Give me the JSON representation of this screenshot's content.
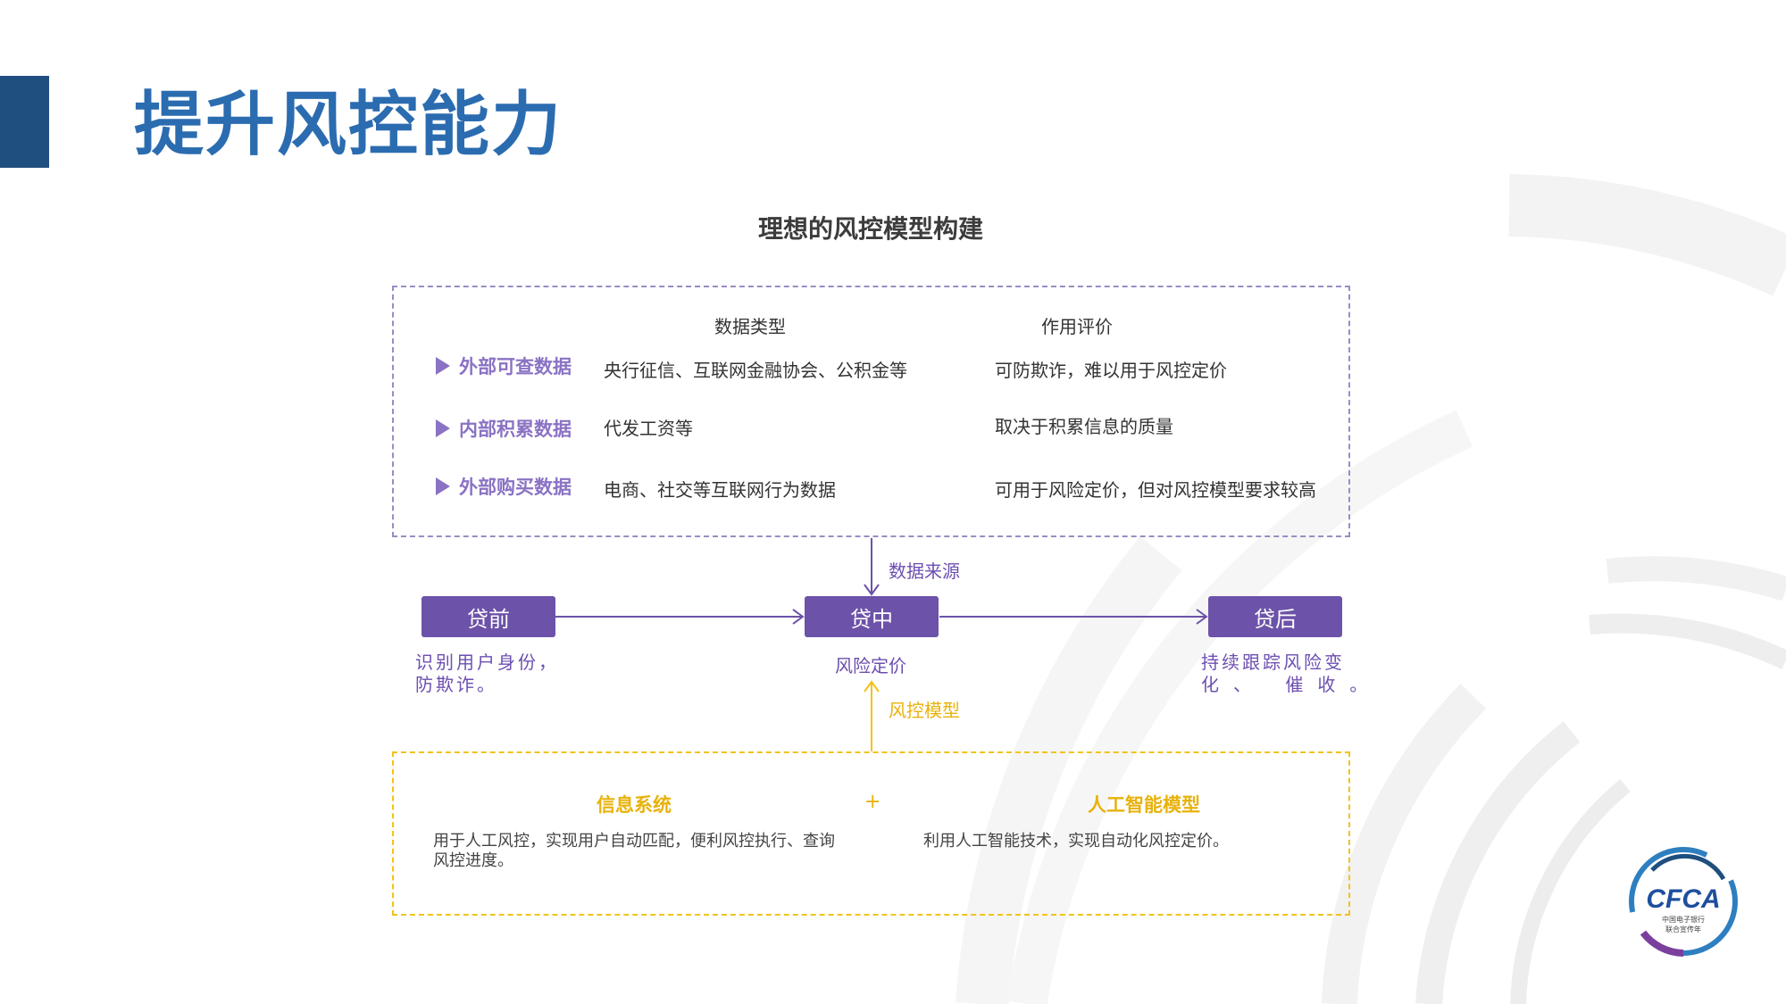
{
  "title": "提升风控能力",
  "diagram_title": "理想的风控模型构建",
  "data_table": {
    "headers": {
      "type": "数据类型",
      "eval": "作用评价"
    },
    "rows": [
      {
        "label": "外部可查数据",
        "type": "央行征信、互联网金融协会、公积金等",
        "eval": "可防欺诈，难以用于风控定价"
      },
      {
        "label": "内部积累数据",
        "type": "代发工资等",
        "eval": "取决于积累信息的质量"
      },
      {
        "label": "外部购买数据",
        "type": "电商、社交等互联网行为数据",
        "eval": "可用于风险定价，但对风控模型要求较高"
      }
    ]
  },
  "flow": {
    "data_source_label": "数据来源",
    "risk_model_label": "风控模型",
    "stages": [
      {
        "name": "贷前",
        "desc_line1": "识别用户身份，",
        "desc_line2": "防欺诈。"
      },
      {
        "name": "贷中",
        "desc_line1": "风险定价",
        "desc_line2": ""
      },
      {
        "name": "贷后",
        "desc_line1": "持续跟踪风险变",
        "desc_line2": "化、 催收。"
      }
    ]
  },
  "systems": {
    "left_title": "信息系统",
    "plus": "+",
    "right_title": "人工智能模型",
    "left_desc_line1": "用于人工风控，实现用户自动匹配，便利风控执行、查询",
    "left_desc_line2": "风控进度。",
    "right_desc": "利用人工智能技术，实现自动化风控定价。"
  },
  "logo": {
    "text": "CFCA",
    "sub_line1": "中国电子银行",
    "sub_line2": "联合宣传年"
  },
  "colors": {
    "accent": "#1e4f7e",
    "title": "#2b6cb0",
    "purple": "#6c52a8",
    "yellow": "#f2c31a"
  }
}
